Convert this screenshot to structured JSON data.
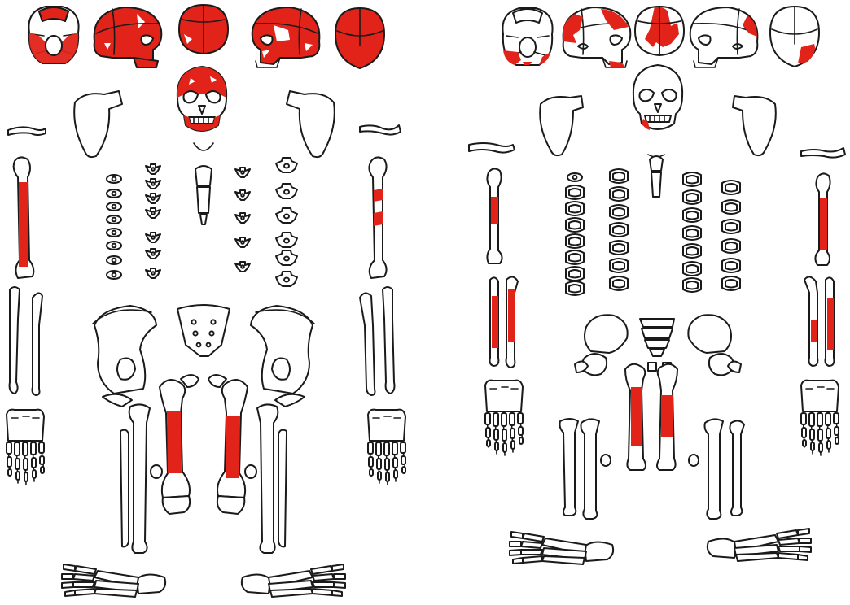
{
  "colors": {
    "background": "#ffffff",
    "outline": "#1a1a1a",
    "present": "#e2231a"
  },
  "skeletons": [
    {
      "id": "left",
      "skull": {
        "inferior_view": {
          "fill_fraction": 0.8
        },
        "left_lateral_view": {
          "fill_fraction": 0.8
        },
        "superior_view": {
          "fill_fraction": 0.85
        },
        "right_lateral_view": {
          "fill_fraction": 0.7
        },
        "posterior_view": {
          "fill_fraction": 0.95
        },
        "anterior_view": {
          "fill_fraction": 0.6
        }
      },
      "humerus_right_shaft_fraction": 0.8,
      "humerus_left_segments": 2,
      "femur_right_shaft_fraction": 0.55,
      "femur_left_shaft_fraction": 0.55
    },
    {
      "id": "right",
      "skull": {
        "inferior_view": {
          "fill_fraction": 0.35
        },
        "left_lateral_view": {
          "fill_fraction": 0.45
        },
        "superior_view": {
          "fill_fraction": 0.6
        },
        "right_lateral_view": {
          "fill_fraction": 0.2
        },
        "posterior_view": {
          "fill_fraction": 0.2
        },
        "anterior_view": {
          "fill_fraction": 0.1
        }
      },
      "humerus_right_shaft_fraction": 0.35,
      "humerus_left_shaft_fraction": 0.6,
      "radius_ulna_right_fraction": 0.7,
      "radius_ulna_left_fraction": 0.4,
      "femur_right_shaft_fraction": 0.6,
      "femur_left_shaft_fraction": 0.4
    }
  ]
}
